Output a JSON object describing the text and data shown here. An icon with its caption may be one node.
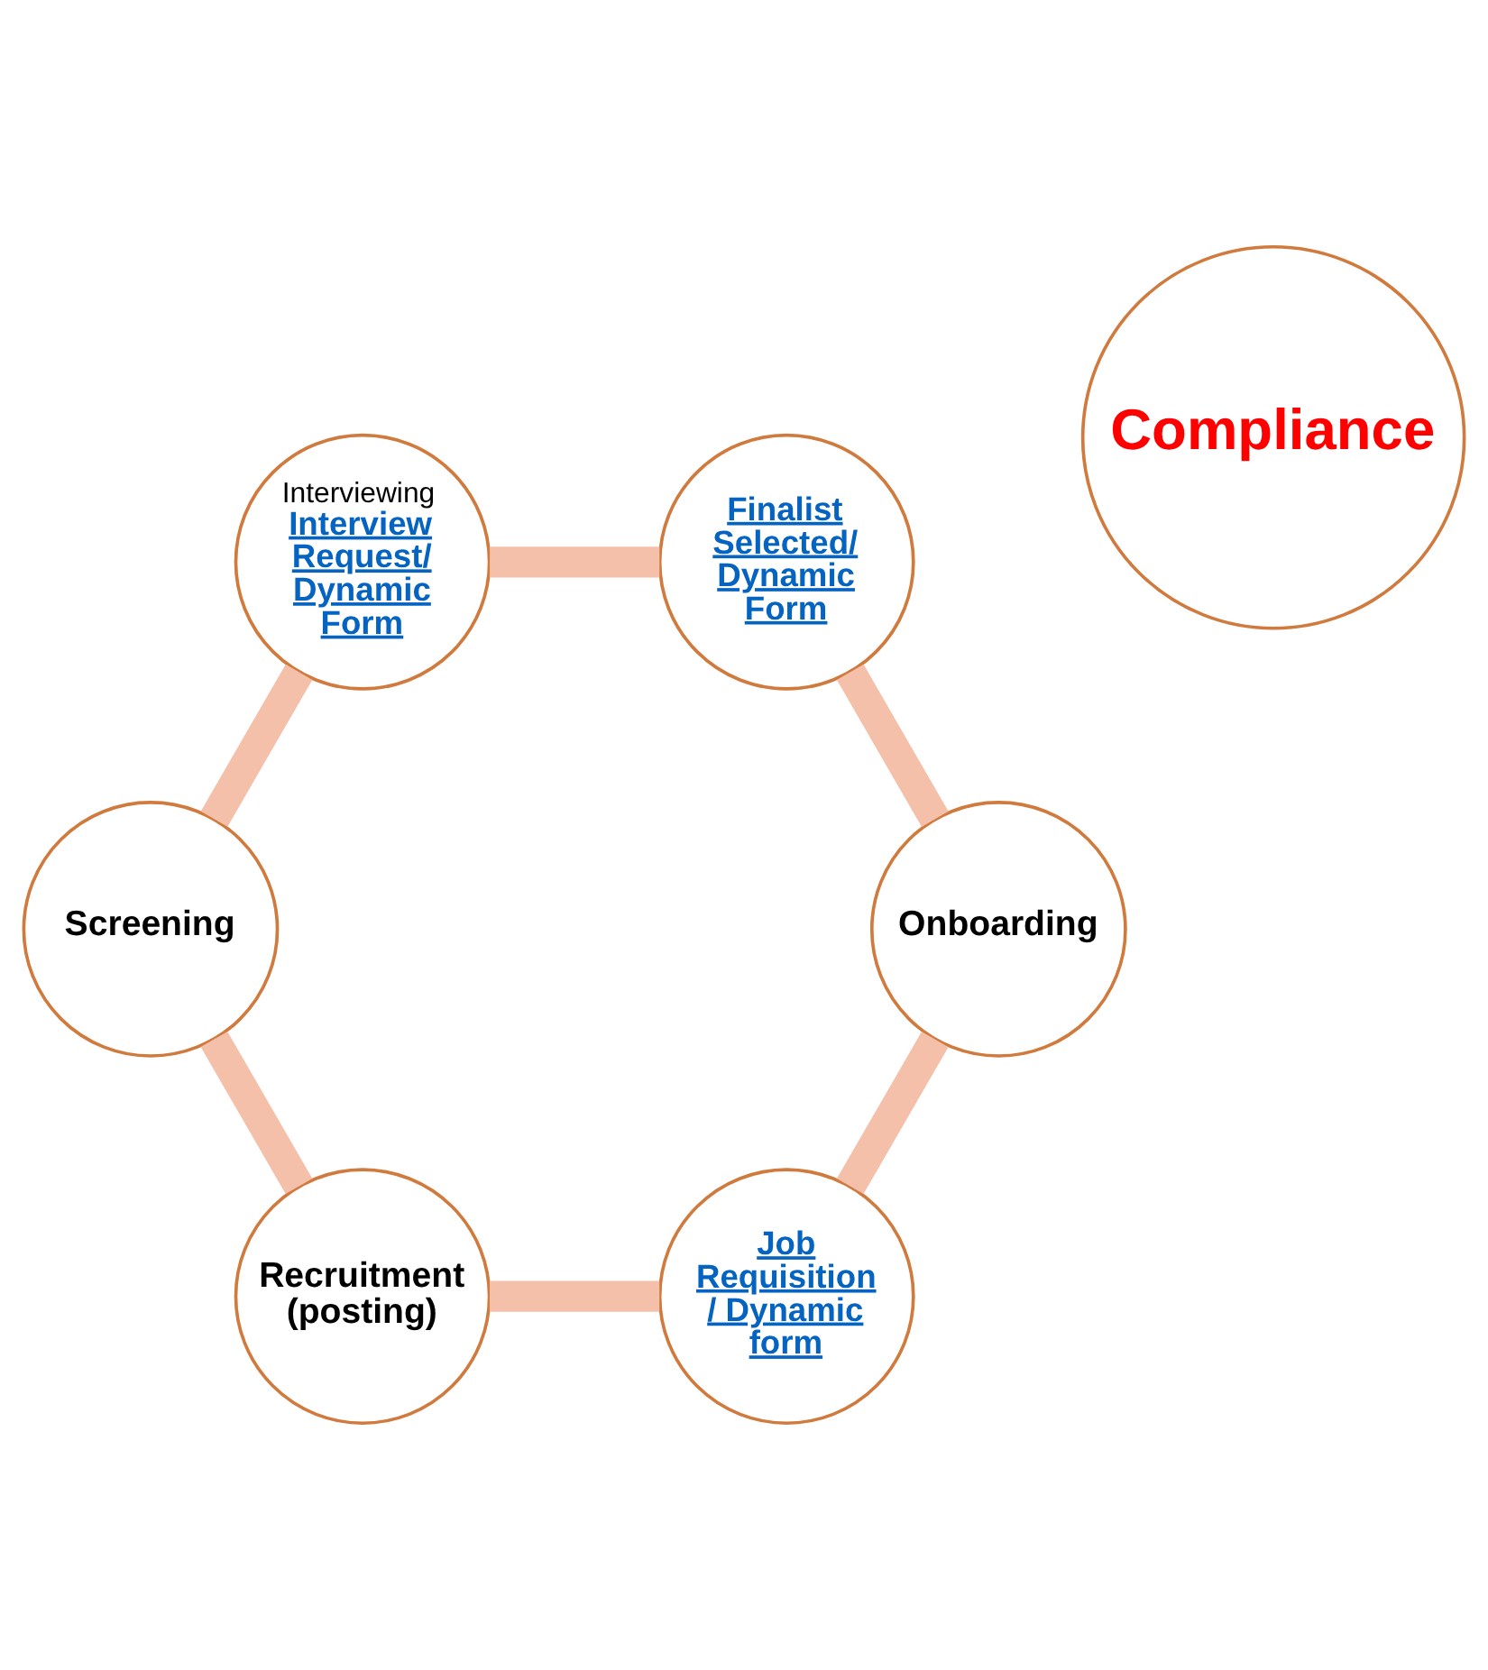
{
  "diagram": {
    "nodes": [
      {
        "text": [
          "Job Requisition / Dynamic form"
        ]
      },
      {
        "text": [
          "Recruitment (posting)"
        ]
      },
      {
        "text": [
          "Screening"
        ]
      },
      {
        "text": [
          "Interviewing",
          "Interview Request/ Dynamic Form"
        ]
      },
      {
        "text": [
          "Finalist Selected/ Dynamic Form"
        ]
      },
      {
        "text": [
          "Onboarding"
        ]
      },
      {
        "text": [
          "Compliance"
        ]
      }
    ],
    "edges": [
      {
        "from": 0,
        "to": 1,
        "arrow": "none"
      },
      {
        "from": 1,
        "to": 2,
        "arrow": "none"
      },
      {
        "from": 2,
        "to": 3,
        "arrow": "none"
      },
      {
        "from": 3,
        "to": 4,
        "arrow": "none"
      },
      {
        "from": 4,
        "to": 5,
        "arrow": "none"
      },
      {
        "from": 5,
        "to": 0,
        "arrow": "none"
      }
    ]
  }
}
